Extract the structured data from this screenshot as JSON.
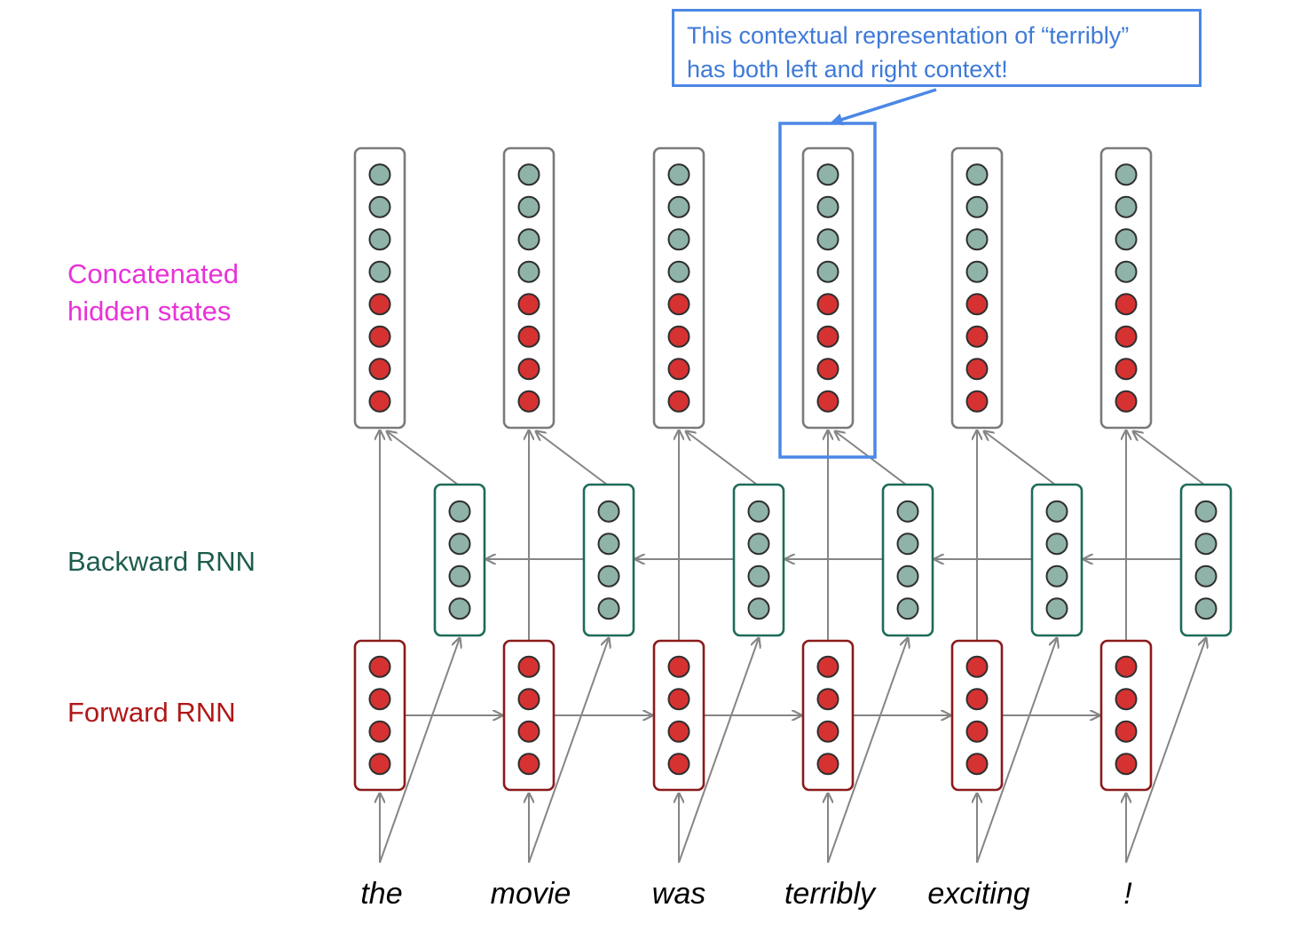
{
  "labels": {
    "concatenated_line1": "Concatenated",
    "concatenated_line2": "hidden states",
    "backward": "Backward RNN",
    "forward": "Forward RNN"
  },
  "callout": {
    "line1": "This contextual representation of “terribly”",
    "line2": "has both left and right context!"
  },
  "words": [
    "the",
    "movie",
    "was",
    "terribly",
    "exciting",
    "!"
  ],
  "highlighted_word_index": 3,
  "units_per_rnn_state": 4,
  "colors": {
    "forward_node": "#d63232",
    "forward_box": "#8b1a1a",
    "backward_node": "#8fb3a8",
    "backward_box": "#1e6b5a",
    "node_stroke": "#2f2f2f",
    "concat_box": "#7a7a7a",
    "arrow": "#858585",
    "highlight": "#4b87e6",
    "concat_label": "#e832d8",
    "backward_label": "#1e5c4e",
    "forward_label": "#b01818"
  }
}
